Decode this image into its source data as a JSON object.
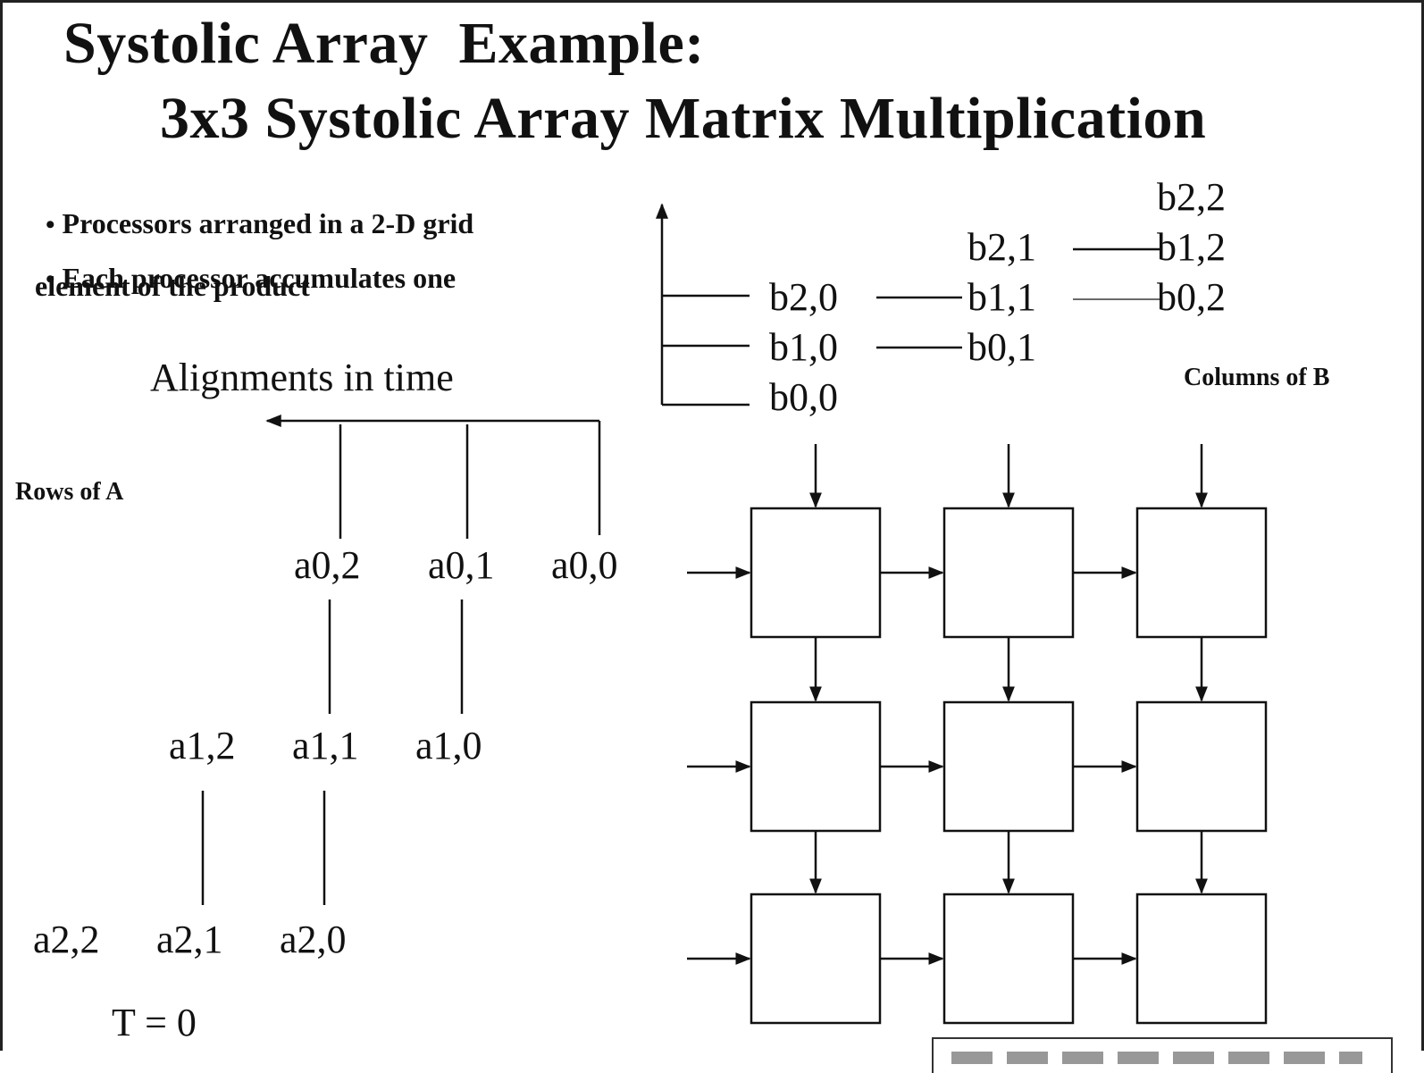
{
  "title": {
    "line1": "Systolic Array  Example:",
    "line2": "3x3 Systolic Array Matrix Multiplication"
  },
  "bullets": [
    "Processors arranged in a 2-D grid",
    "Each processor accumulates one",
    "element of the product"
  ],
  "bullet_dot": "•",
  "labels": {
    "alignments": "Alignments in time",
    "rows_of_a": "Rows of A",
    "columns_of_b": "Columns of B",
    "time": "T = 0"
  },
  "a_elements": {
    "row0": [
      "a0,2",
      "a0,1",
      "a0,0"
    ],
    "row1": [
      "a1,2",
      "a1,1",
      "a1,0"
    ],
    "row2": [
      "a2,2",
      "a2,1",
      "a2,0"
    ]
  },
  "b_elements": {
    "col0": [
      "b2,0",
      "b1,0",
      "b0,0"
    ],
    "col1": [
      "b2,1",
      "b1,1",
      "b0,1"
    ],
    "col2": [
      "b2,2",
      "b1,2",
      "b0,2"
    ]
  },
  "grid": {
    "rows": 3,
    "cols": 3
  },
  "colors": {
    "ink": "#111111",
    "background": "#ffffff"
  }
}
